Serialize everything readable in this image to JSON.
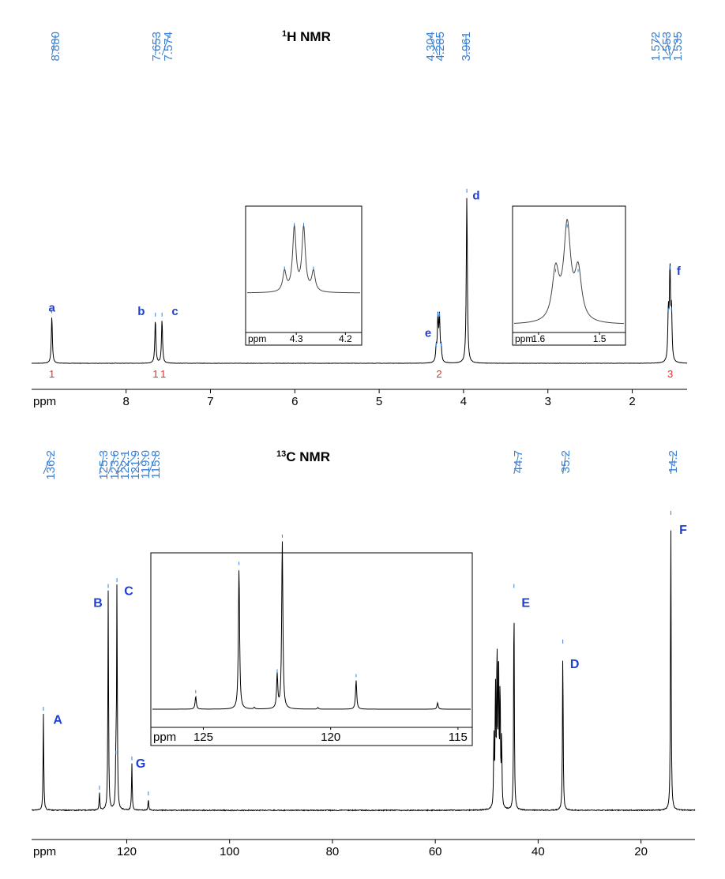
{
  "chart_data": [
    {
      "type": "line",
      "title": "1H NMR",
      "title_sup": "1",
      "title_rest": "H NMR",
      "x_unit_label": "ppm",
      "xlim": [
        9.12,
        1.35
      ],
      "x_ticks": [
        8,
        7,
        6,
        5,
        4,
        3,
        2
      ],
      "peak_list": [
        "8.880",
        "7.653",
        "7.574",
        "4.304",
        "4.285",
        "3.961",
        "1.572",
        "1.553",
        "1.535"
      ],
      "series": [
        {
          "peaks": [
            {
              "ppm": 8.88,
              "height": 0.28
            },
            {
              "ppm": 7.653,
              "height": 0.26
            },
            {
              "ppm": 7.574,
              "height": 0.26
            },
            {
              "ppm": 4.324,
              "height": 0.08
            },
            {
              "ppm": 4.304,
              "height": 0.26
            },
            {
              "ppm": 4.285,
              "height": 0.26
            },
            {
              "ppm": 4.265,
              "height": 0.08
            },
            {
              "ppm": 3.961,
              "height": 1.0
            },
            {
              "ppm": 1.572,
              "height": 0.29
            },
            {
              "ppm": 1.553,
              "height": 0.54
            },
            {
              "ppm": 1.535,
              "height": 0.29
            }
          ]
        }
      ],
      "peak_labels": [
        {
          "text": "a",
          "ppm": 8.88,
          "height": 0.28
        },
        {
          "text": "b",
          "ppm": 7.82,
          "height": 0.26
        },
        {
          "text": "c",
          "ppm": 7.42,
          "height": 0.26
        },
        {
          "text": "d",
          "ppm": 3.85,
          "height": 0.95
        },
        {
          "text": "e",
          "ppm": 4.42,
          "height": 0.13
        },
        {
          "text": "f",
          "ppm": 1.45,
          "height": 0.5
        }
      ],
      "integrals": [
        {
          "text": "1",
          "ppm": 8.88
        },
        {
          "text": "1",
          "ppm": 7.65
        },
        {
          "text": "1",
          "ppm": 7.56
        },
        {
          "text": "2",
          "ppm": 4.29
        },
        {
          "text": "3",
          "ppm": 1.55
        }
      ],
      "insets": [
        {
          "x_unit_label": "ppm",
          "xlim": [
            4.4,
            4.17
          ],
          "x_ticks": [
            "4.3",
            "4.2"
          ],
          "peaks": [
            {
              "ppm": 4.324,
              "height": 0.3
            },
            {
              "ppm": 4.304,
              "height": 0.95
            },
            {
              "ppm": 4.285,
              "height": 0.95
            },
            {
              "ppm": 4.265,
              "height": 0.3
            }
          ]
        },
        {
          "x_unit_label": "ppm",
          "xlim": [
            1.64,
            1.46
          ],
          "x_ticks": [
            "1.6",
            "1.5"
          ],
          "peaks": [
            {
              "ppm": 1.572,
              "height": 0.5
            },
            {
              "ppm": 1.553,
              "height": 0.95
            },
            {
              "ppm": 1.535,
              "height": 0.5
            }
          ]
        }
      ]
    },
    {
      "type": "line",
      "title": "13C NMR",
      "title_sup": "13",
      "title_rest": "C NMR",
      "x_unit_label": "ppm",
      "xlim": [
        138.5,
        9.5
      ],
      "x_ticks": [
        120,
        100,
        80,
        60,
        40,
        20
      ],
      "peak_list": [
        "136.2",
        "125.3",
        "123.6",
        "122.1",
        "121.9",
        "119.0",
        "115.8",
        "44.7",
        "35.2",
        "14.2"
      ],
      "series": [
        {
          "peaks": [
            {
              "ppm": 136.2,
              "height": 0.33
            },
            {
              "ppm": 125.3,
              "height": 0.06
            },
            {
              "ppm": 123.6,
              "height": 0.75
            },
            {
              "ppm": 122.1,
              "height": 0.18
            },
            {
              "ppm": 121.9,
              "height": 0.77
            },
            {
              "ppm": 119.0,
              "height": 0.16
            },
            {
              "ppm": 115.8,
              "height": 0.04
            },
            {
              "ppm": 44.7,
              "height": 0.75
            },
            {
              "ppm": 35.2,
              "height": 0.56
            },
            {
              "ppm": 14.2,
              "height": 1.0
            }
          ],
          "solvent": [
            {
              "ppm": 48.6,
              "height": 0.24
            },
            {
              "ppm": 48.3,
              "height": 0.42
            },
            {
              "ppm": 48.0,
              "height": 0.55
            },
            {
              "ppm": 47.7,
              "height": 0.54
            },
            {
              "ppm": 47.4,
              "height": 0.42
            },
            {
              "ppm": 47.1,
              "height": 0.24
            }
          ]
        }
      ],
      "peak_labels": [
        {
          "text": "A",
          "ppm": 133.4,
          "height": 0.28
        },
        {
          "text": "B",
          "ppm": 125.6,
          "height": 0.68
        },
        {
          "text": "C",
          "ppm": 119.6,
          "height": 0.72
        },
        {
          "text": "D",
          "ppm": 32.9,
          "height": 0.47
        },
        {
          "text": "E",
          "ppm": 42.4,
          "height": 0.68
        },
        {
          "text": "F",
          "ppm": 11.8,
          "height": 0.93
        },
        {
          "text": "G",
          "ppm": 117.3,
          "height": 0.13
        }
      ],
      "insets": [
        {
          "x_unit_label": "ppm",
          "xlim": [
            127.0,
            114.5
          ],
          "x_ticks": [
            "125",
            "120",
            "115"
          ],
          "peaks": [
            {
              "ppm": 125.3,
              "height": 0.08
            },
            {
              "ppm": 123.6,
              "height": 0.88
            },
            {
              "ppm": 123.0,
              "height": 0.01
            },
            {
              "ppm": 122.1,
              "height": 0.21
            },
            {
              "ppm": 121.9,
              "height": 1.05
            },
            {
              "ppm": 120.5,
              "height": 0.01
            },
            {
              "ppm": 119.0,
              "height": 0.18
            },
            {
              "ppm": 115.8,
              "height": 0.04
            }
          ]
        }
      ]
    }
  ]
}
